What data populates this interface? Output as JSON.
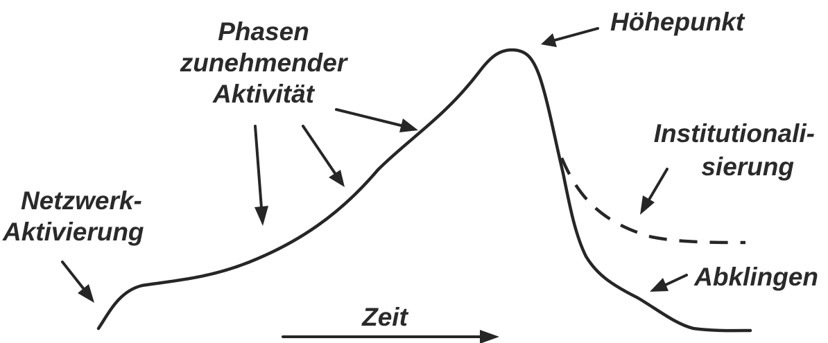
{
  "labels": {
    "peak": "Höhepunkt",
    "phases_line1": "Phasen",
    "phases_line2": "zunehmender",
    "phases_line3": "Aktivität",
    "institutionalization_line1": "Institutionali-",
    "institutionalization_line2": "sierung",
    "network_line1": "Netzwerk-",
    "network_line2": "Aktivierung",
    "decay": "Abklingen",
    "time": "Zeit"
  },
  "colors": {
    "ink": "#262626",
    "text": "#2a2a2a",
    "background": "#ffffff"
  }
}
